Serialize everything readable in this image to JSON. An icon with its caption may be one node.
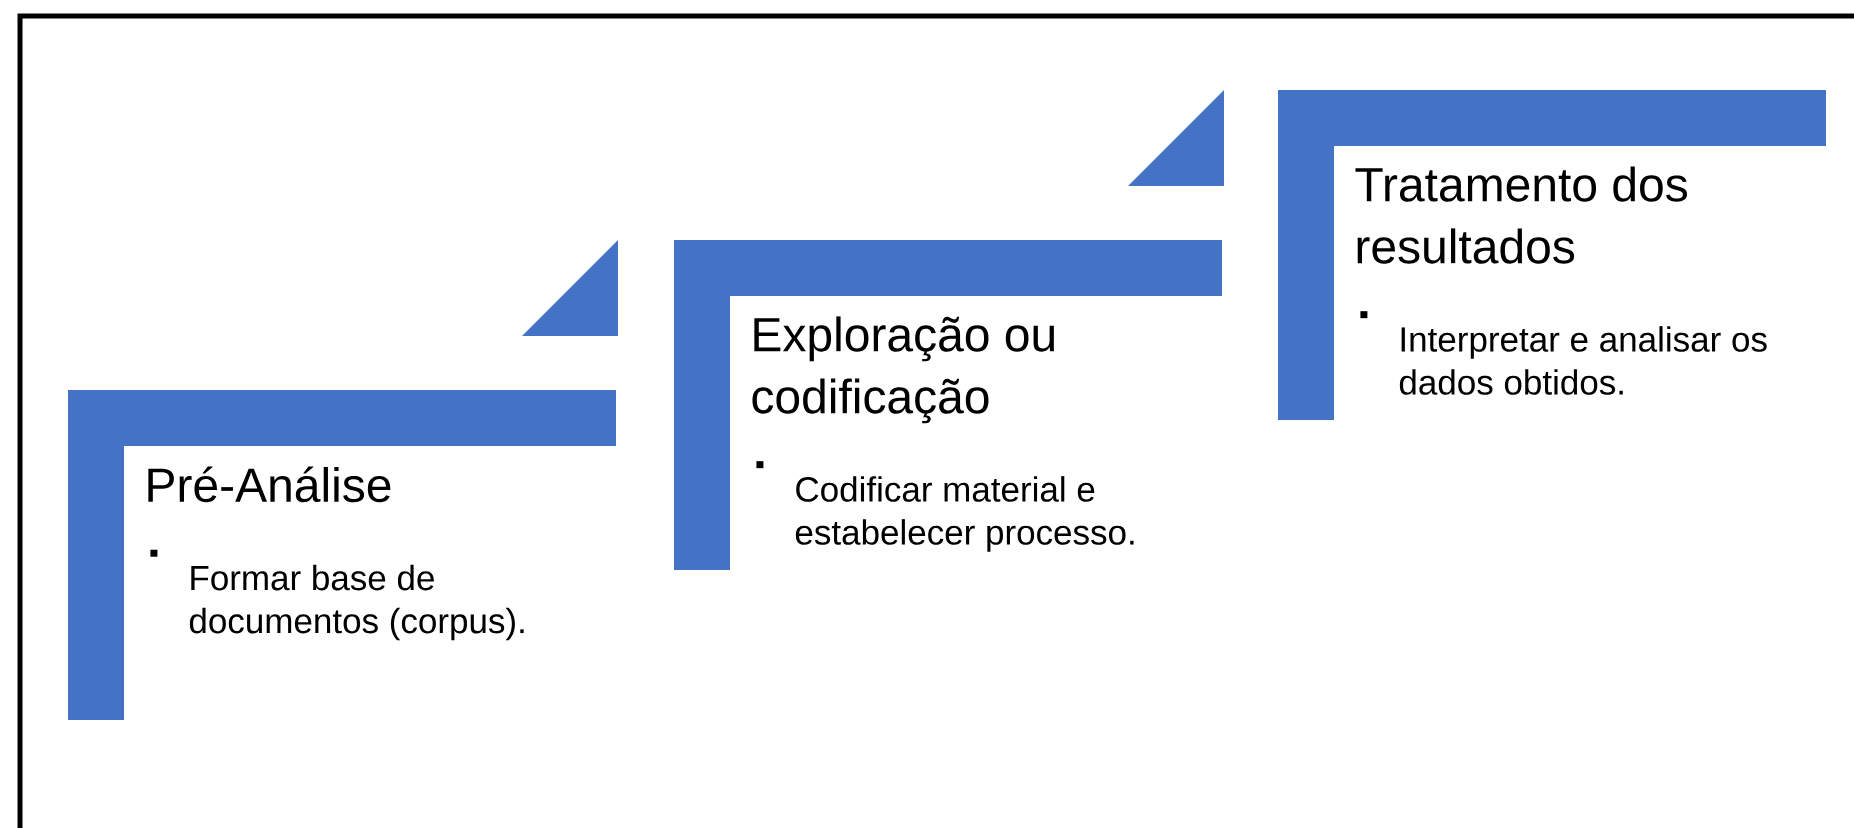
{
  "diagram": {
    "nodes": [
      {
        "text": [
          "Pré-Análise",
          "Formar base de documentos (corpus)."
        ]
      },
      {
        "text": [
          "Exploração ou codificação",
          "Codificar material e estabelecer processo."
        ]
      },
      {
        "text": [
          "Tratamento dos resultados",
          "Interpretar e analisar os dados obtidos."
        ]
      }
    ]
  }
}
